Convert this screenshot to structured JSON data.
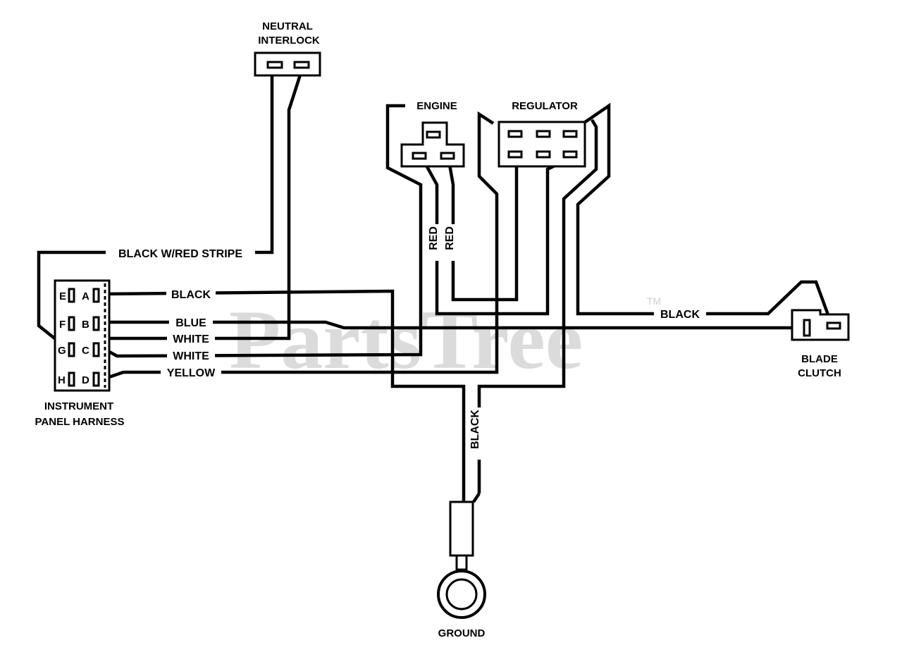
{
  "watermark": {
    "text": "PartsTree",
    "mark": "TM"
  },
  "components": {
    "neutral_interlock": {
      "line1": "NEUTRAL",
      "line2": "INTERLOCK"
    },
    "engine": {
      "label": "ENGINE"
    },
    "regulator": {
      "label": "REGULATOR"
    },
    "blade_clutch": {
      "line1": "BLADE",
      "line2": "CLUTCH"
    },
    "harness": {
      "line1": "INSTRUMENT",
      "line2": "PANEL HARNESS",
      "pins": [
        "E",
        "F",
        "G",
        "H",
        "A",
        "B",
        "C",
        "D"
      ]
    },
    "ground": {
      "label": "GROUND"
    }
  },
  "wires": {
    "black_red_stripe": "BLACK W/RED STRIPE",
    "black_a": "BLACK",
    "blue": "BLUE",
    "white_1": "WHITE",
    "white_2": "WHITE",
    "yellow": "YELLOW",
    "red_1": "RED",
    "red_2": "RED",
    "black_clutch": "BLACK",
    "black_ground": "BLACK"
  }
}
